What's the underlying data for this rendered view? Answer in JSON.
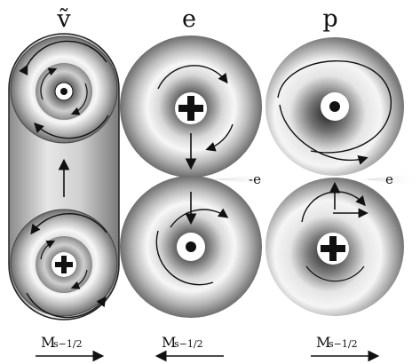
{
  "columns": [
    {
      "label": "ṽ"
    },
    {
      "label": "e"
    },
    {
      "label": "p"
    }
  ],
  "charge_labels": {
    "between_e": "-e",
    "between_p": "e"
  },
  "moments": [
    {
      "main": "M",
      "sub": "s−1/2",
      "direction": "right"
    },
    {
      "main": "M",
      "sub": "s−1/2",
      "direction": "left"
    },
    {
      "main": "M",
      "sub": "s−1/2",
      "direction": "right"
    }
  ],
  "colors": {
    "ink": "#111111",
    "dark": "#3a3a3a",
    "light": "#ffffff",
    "capsule": "#a8a8a8"
  },
  "icons": [
    "plus-icon",
    "dot-icon",
    "rotation-arrow-icon",
    "direction-arrow-icon"
  ]
}
